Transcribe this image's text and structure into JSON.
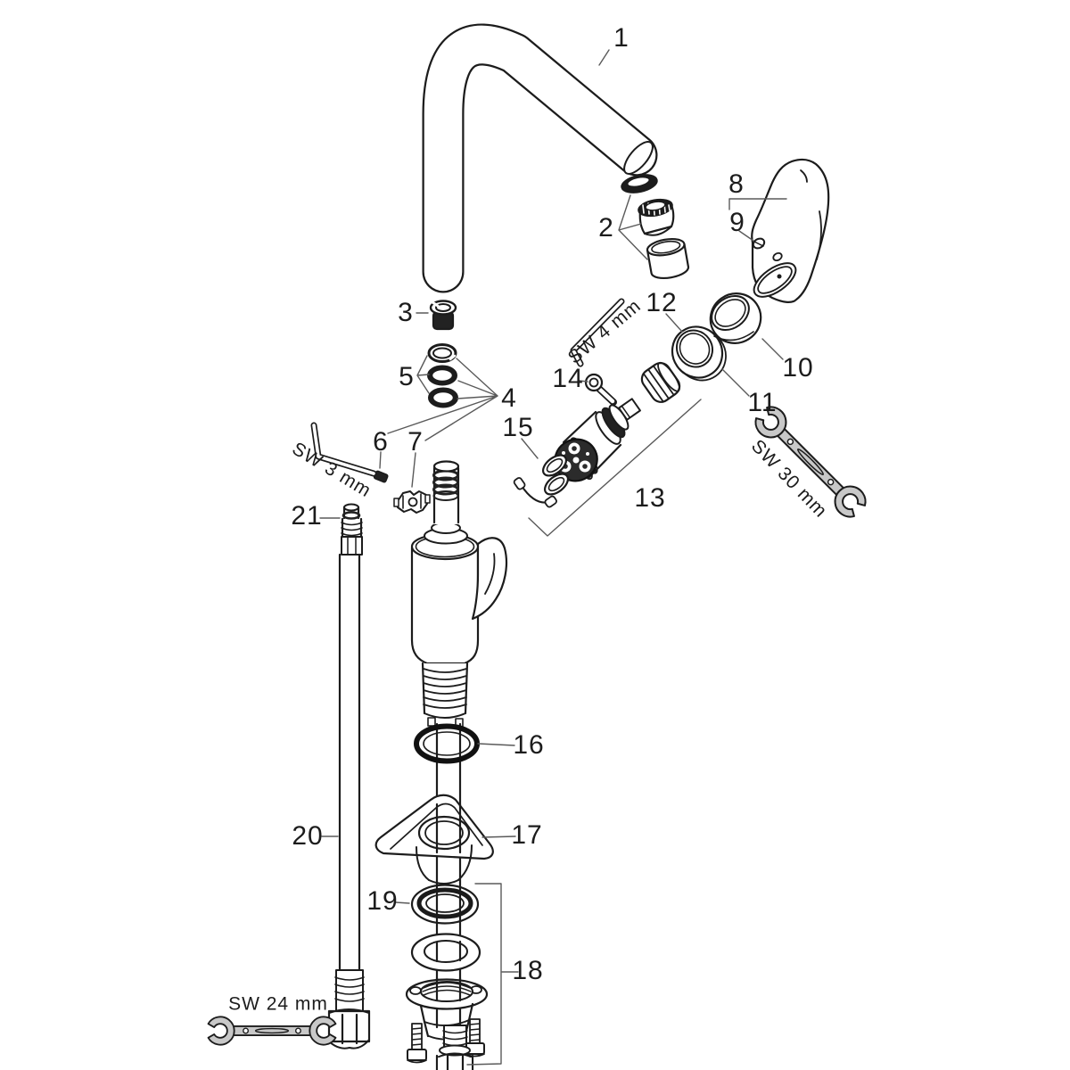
{
  "diagram": {
    "type": "exploded-parts-diagram",
    "subject": "single-lever high-arc kitchen faucet",
    "background_color": "#ffffff",
    "line_color": "#1c1c1c",
    "leader_color": "#5a5a5a",
    "tool_fill_color": "#c8c8c8",
    "part_labels": [
      {
        "text": "1"
      },
      {
        "text": "2"
      },
      {
        "text": "3"
      },
      {
        "text": "4"
      },
      {
        "text": "5"
      },
      {
        "text": "6"
      },
      {
        "text": "7"
      },
      {
        "text": "8"
      },
      {
        "text": "9"
      },
      {
        "text": "10"
      },
      {
        "text": "11"
      },
      {
        "text": "12"
      },
      {
        "text": "13"
      },
      {
        "text": "14"
      },
      {
        "text": "15"
      },
      {
        "text": "16"
      },
      {
        "text": "17"
      },
      {
        "text": "18"
      },
      {
        "text": "19"
      },
      {
        "text": "20"
      },
      {
        "text": "21"
      }
    ],
    "tool_labels": [
      {
        "text": "SW 3 mm"
      },
      {
        "text": "SW 4 mm"
      },
      {
        "text": "SW 30 mm"
      },
      {
        "text": "SW 24 mm"
      }
    ]
  }
}
